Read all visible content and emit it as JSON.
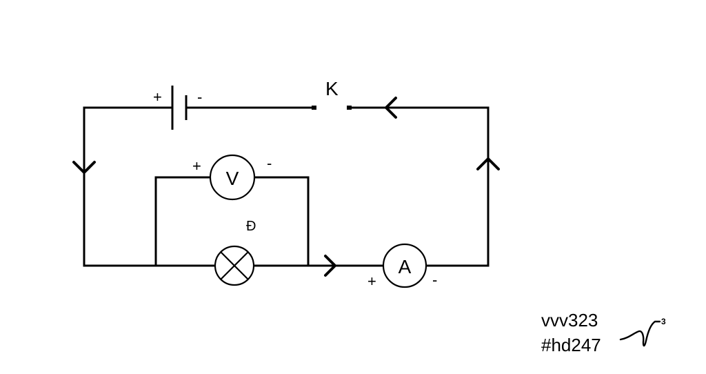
{
  "diagram": {
    "battery": {
      "plus": "+",
      "minus": "-"
    },
    "switch": {
      "label": "K"
    },
    "voltmeter": {
      "label": "V",
      "plus": "+",
      "minus": "-"
    },
    "lamp": {
      "label": "Đ"
    },
    "ammeter": {
      "label": "A",
      "plus": "+",
      "minus": "-"
    }
  },
  "watermark": {
    "line1": "vvv323",
    "line2": "#hd247",
    "mark": "3"
  }
}
